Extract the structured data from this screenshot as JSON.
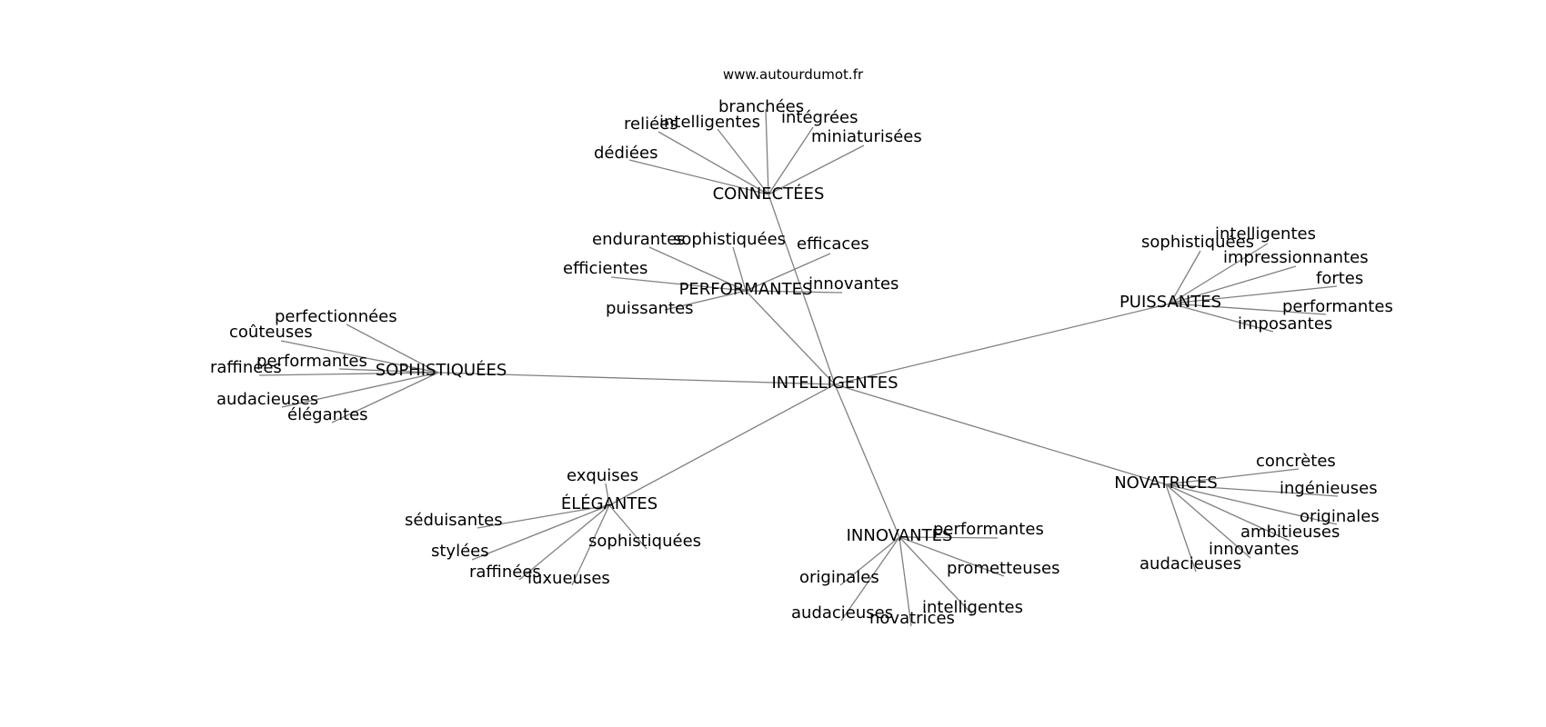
{
  "credit": "www.autourdumot.fr",
  "nodes": [
    "INTELLIGENTES",
    "CONNECTÉES",
    "reliées",
    "intelligentes",
    "branchées",
    "intégrées",
    "miniaturisées",
    "dédiées",
    "PERFORMANTES",
    "endurantes",
    "sophistiquées",
    "efficaces",
    "efficientes",
    "innovantes",
    "puissantes",
    "PUISSANTES",
    "sophistiquées",
    "intelligentes",
    "impressionnantes",
    "fortes",
    "performantes",
    "imposantes",
    "SOPHISTIQUÉES",
    "perfectionnées",
    "coûteuses",
    "performantes",
    "raffinées",
    "audacieuses",
    "élégantes",
    "ÉLÉGANTES",
    "exquises",
    "séduisantes",
    "stylées",
    "raffinées",
    "luxueuses",
    "sophistiquées",
    "INNOVANTES",
    "performantes",
    "originales",
    "prometteuses",
    "audacieuses",
    "novatrices",
    "intelligentes",
    "NOVATRICES",
    "concrètes",
    "ingénieuses",
    "originales",
    "ambitieuses",
    "innovantes",
    "audacieuses"
  ],
  "edges": [
    [
      "INTELLIGENTES",
      "CONNECTÉES"
    ],
    [
      "INTELLIGENTES",
      "PERFORMANTES"
    ],
    [
      "INTELLIGENTES",
      "PUISSANTES"
    ],
    [
      "INTELLIGENTES",
      "SOPHISTIQUÉES"
    ],
    [
      "INTELLIGENTES",
      "ÉLÉGANTES"
    ],
    [
      "INTELLIGENTES",
      "INNOVANTES"
    ],
    [
      "INTELLIGENTES",
      "NOVATRICES"
    ],
    [
      "CONNECTÉES",
      "reliées"
    ],
    [
      "CONNECTÉES",
      "intelligentes"
    ],
    [
      "CONNECTÉES",
      "branchées"
    ],
    [
      "CONNECTÉES",
      "intégrées"
    ],
    [
      "CONNECTÉES",
      "miniaturisées"
    ],
    [
      "CONNECTÉES",
      "dédiées"
    ],
    [
      "PERFORMANTES",
      "endurantes"
    ],
    [
      "PERFORMANTES",
      "sophistiquées"
    ],
    [
      "PERFORMANTES",
      "efficaces"
    ],
    [
      "PERFORMANTES",
      "efficientes"
    ],
    [
      "PERFORMANTES",
      "innovantes"
    ],
    [
      "PERFORMANTES",
      "puissantes"
    ],
    [
      "PUISSANTES",
      "sophistiquées"
    ],
    [
      "PUISSANTES",
      "intelligentes"
    ],
    [
      "PUISSANTES",
      "impressionnantes"
    ],
    [
      "PUISSANTES",
      "fortes"
    ],
    [
      "PUISSANTES",
      "performantes"
    ],
    [
      "PUISSANTES",
      "imposantes"
    ],
    [
      "SOPHISTIQUÉES",
      "perfectionnées"
    ],
    [
      "SOPHISTIQUÉES",
      "coûteuses"
    ],
    [
      "SOPHISTIQUÉES",
      "performantes"
    ],
    [
      "SOPHISTIQUÉES",
      "raffinées"
    ],
    [
      "SOPHISTIQUÉES",
      "audacieuses"
    ],
    [
      "SOPHISTIQUÉES",
      "élégantes"
    ],
    [
      "ÉLÉGANTES",
      "exquises"
    ],
    [
      "ÉLÉGANTES",
      "séduisantes"
    ],
    [
      "ÉLÉGANTES",
      "stylées"
    ],
    [
      "ÉLÉGANTES",
      "raffinées"
    ],
    [
      "ÉLÉGANTES",
      "luxueuses"
    ],
    [
      "ÉLÉGANTES",
      "sophistiquées"
    ],
    [
      "INNOVANTES",
      "performantes"
    ],
    [
      "INNOVANTES",
      "originales"
    ],
    [
      "INNOVANTES",
      "prometteuses"
    ],
    [
      "INNOVANTES",
      "audacieuses"
    ],
    [
      "INNOVANTES",
      "novatrices"
    ],
    [
      "INNOVANTES",
      "intelligentes"
    ],
    [
      "NOVATRICES",
      "concrètes"
    ],
    [
      "NOVATRICES",
      "ingénieuses"
    ],
    [
      "NOVATRICES",
      "originales"
    ],
    [
      "NOVATRICES",
      "ambitieuses"
    ],
    [
      "NOVATRICES",
      "innovantes"
    ],
    [
      "NOVATRICES",
      "audacieuses"
    ]
  ]
}
